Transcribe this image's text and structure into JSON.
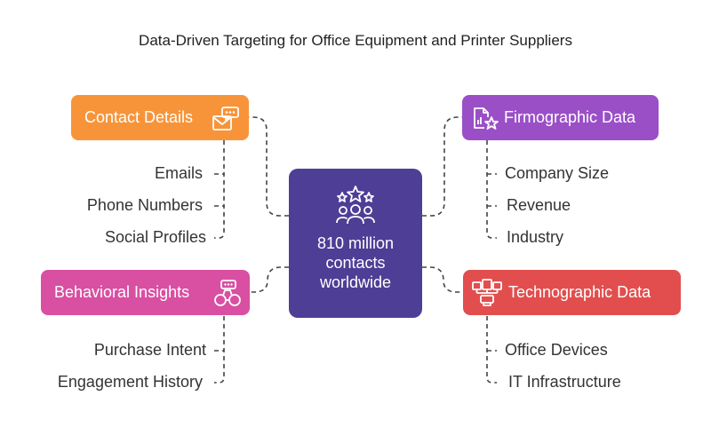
{
  "title": "Data-Driven Targeting for Office Equipment and Printer Suppliers",
  "center": {
    "lines": [
      "810 million",
      "contacts",
      "worldwide"
    ],
    "color": "#4e3e95",
    "icon": "stars-and-group-icon"
  },
  "nodes": {
    "contact": {
      "label": "Contact Details",
      "color": "#f7943a",
      "icon": "chat-mail-icon",
      "items": [
        "Emails",
        "Phone Numbers",
        "Social Profiles"
      ]
    },
    "behavioral": {
      "label": "Behavioral Insights",
      "color": "#d94fa2",
      "icon": "binoculars-icon",
      "items": [
        "Purchase Intent",
        "Engagement History"
      ]
    },
    "firmographic": {
      "label": "Firmographic Data",
      "color": "#9a4fc7",
      "icon": "chart-star-icon",
      "items": [
        "Company Size",
        "Revenue",
        "Industry"
      ]
    },
    "technographic": {
      "label": "Technographic Data",
      "color": "#e24e4e",
      "icon": "devices-icon",
      "items": [
        "Office Devices",
        "IT Infrastructure"
      ]
    }
  }
}
